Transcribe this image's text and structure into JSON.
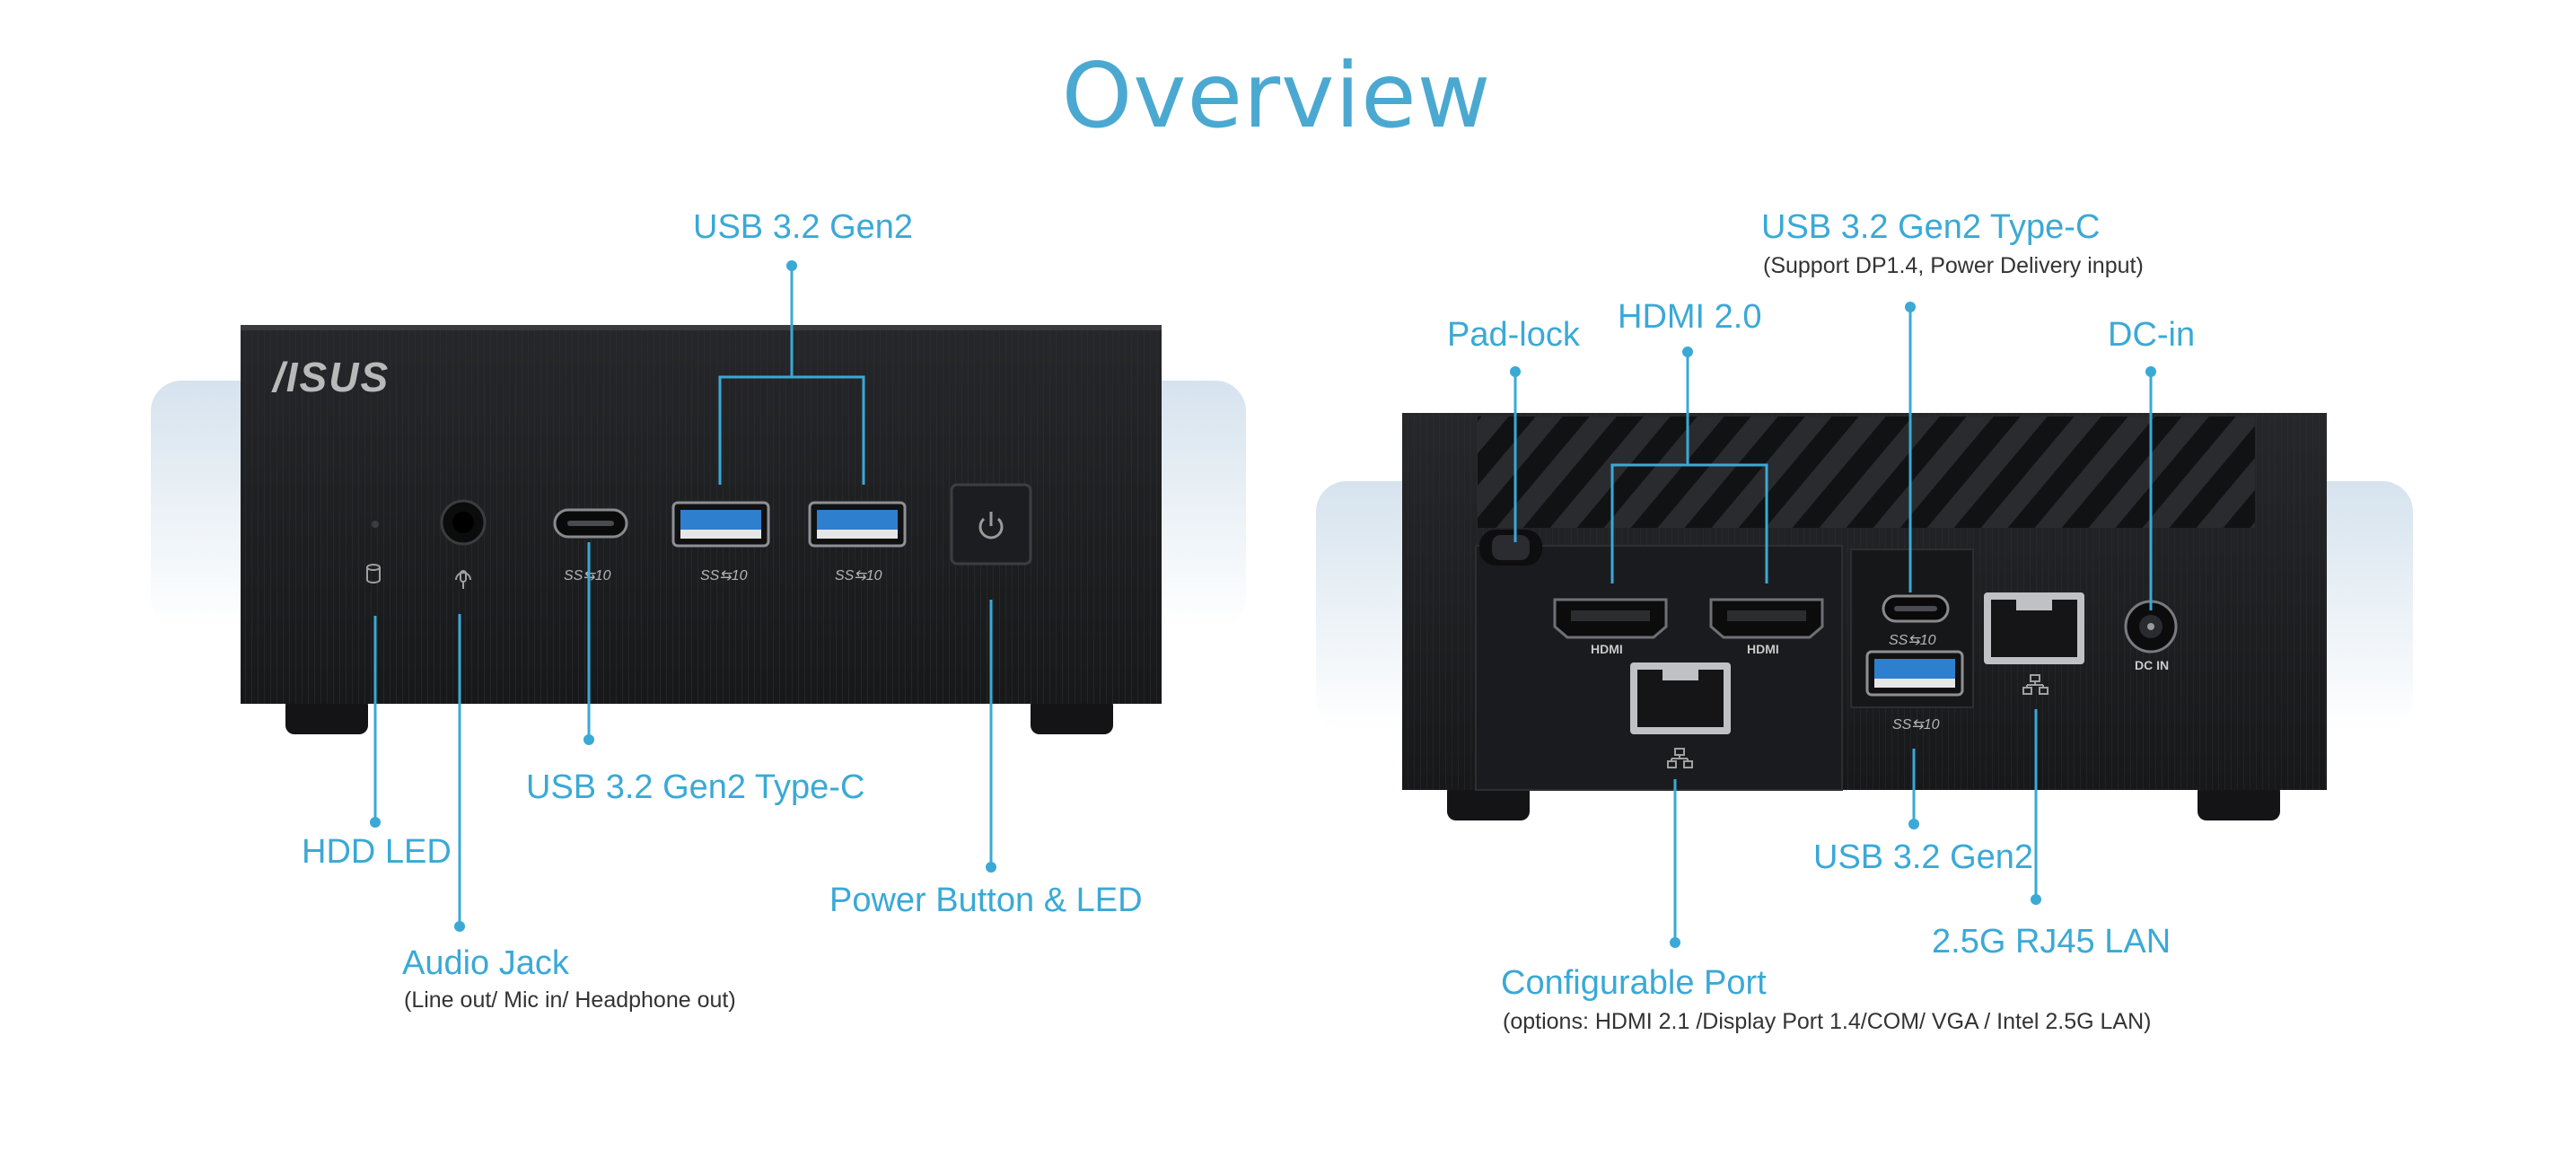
{
  "page": {
    "title": "Overview",
    "colors": {
      "accent": "#3aa9d6",
      "device_body": "#1b1b1d",
      "backdrop": "#dfe9f2",
      "note_text": "#333333"
    }
  },
  "front": {
    "labels": {
      "usb_gen2": "USB 3.2 Gen2",
      "usb_typec": "USB 3.2 Gen2 Type-C",
      "hdd_led": "HDD LED",
      "audio_jack": "Audio Jack",
      "audio_jack_note": "(Line out/ Mic in/ Headphone out)",
      "power_button": "Power Button & LED"
    },
    "device_marks": {
      "brand_logo": "/ISUS",
      "usb_badge": "SS⇆10"
    }
  },
  "rear": {
    "labels": {
      "usb_typec": "USB 3.2 Gen2 Type-C",
      "usb_typec_note": "(Support DP1.4, Power Delivery input)",
      "hdmi": "HDMI 2.0",
      "padlock": "Pad-lock",
      "dcin": "DC-in",
      "usb_gen2": "USB 3.2 Gen2",
      "lan": "2.5G RJ45 LAN",
      "configurable_port": "Configurable Port",
      "configurable_port_note": "(options: HDMI 2.1 /Display Port 1.4/COM/ VGA / Intel 2.5G LAN)"
    },
    "device_marks": {
      "hdmi_port_label": "HDMI",
      "usb_badge": "SS⇆10",
      "dc_label": "DC IN"
    }
  },
  "icons": [
    "hdd-icon",
    "headset-mic-icon",
    "power-icon",
    "network-icon"
  ]
}
